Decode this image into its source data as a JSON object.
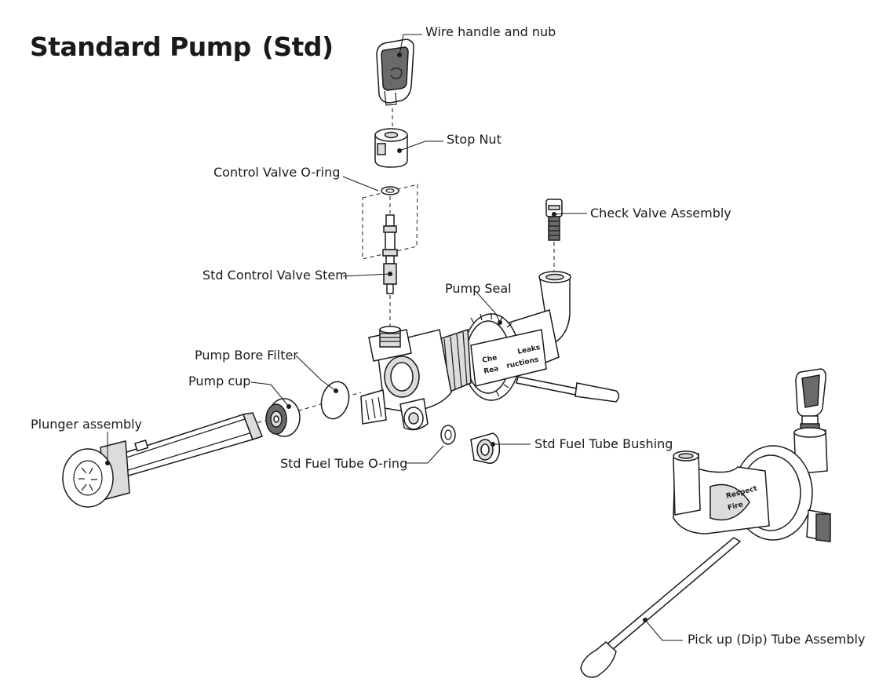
{
  "title": {
    "main": "Standard Pump",
    "suffix": "(Std)"
  },
  "labels": {
    "wire_handle": "Wire handle and nub",
    "stop_nut": "Stop Nut",
    "control_valve_oring": "Control Valve O-ring",
    "check_valve": "Check Valve Assembly",
    "control_valve_stem": "Std Control Valve Stem",
    "pump_seal": "Pump Seal",
    "pump_bore_filter": "Pump Bore Filter",
    "pump_cup": "Pump cup",
    "plunger_assembly": "Plunger assembly",
    "fuel_tube_oring": "Std Fuel Tube O-ring",
    "fuel_tube_bushing": "Std Fuel Tube Bushing",
    "pickup_tube": "Pick up (Dip) Tube Assembly"
  },
  "body_text": {
    "line1": "Che",
    "line1b": "Leaks",
    "line2": "Rea",
    "line2b": "ructions"
  },
  "assembled_text": {
    "brand": "Respect",
    "sub": "Fire"
  }
}
